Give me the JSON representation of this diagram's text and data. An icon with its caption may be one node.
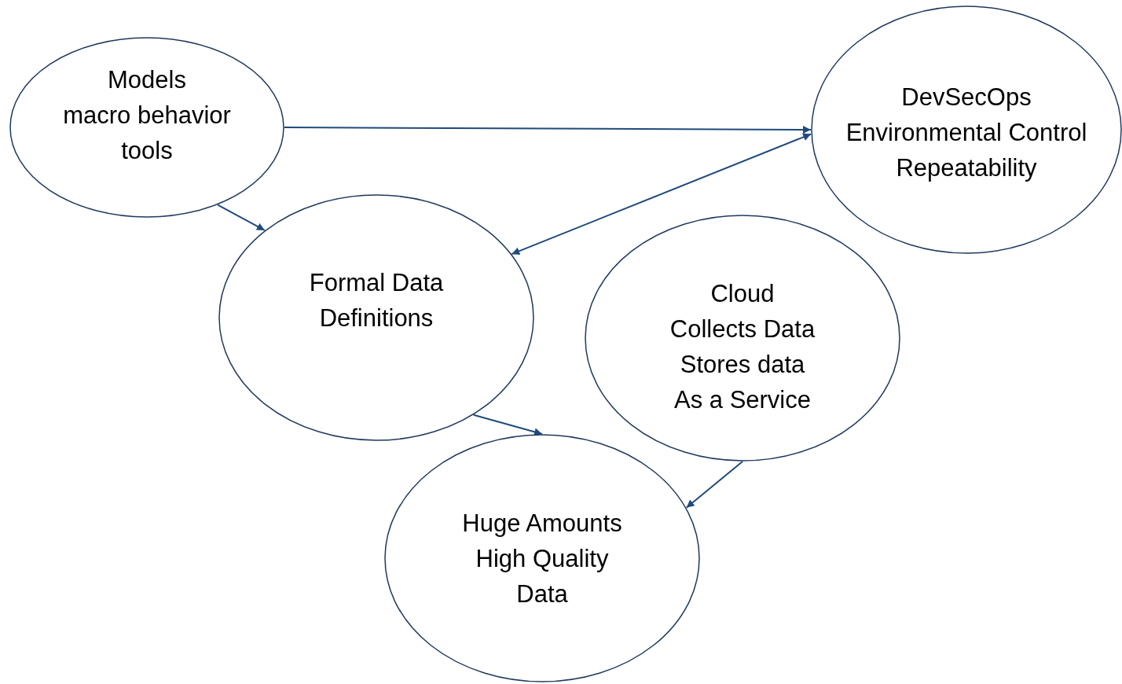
{
  "diagram": {
    "nodes": [
      {
        "text": [
          "Models",
          "macro behavior",
          "tools"
        ]
      },
      {
        "text": [
          "DevSecOps",
          "Environmental Control",
          "Repeatability"
        ]
      },
      {
        "text": [
          "Formal Data Definitions"
        ]
      },
      {
        "text": [
          "Cloud",
          "Collects Data",
          "Stores data",
          "As a Service"
        ]
      },
      {
        "text": [
          "Huge Amounts",
          "High Quality",
          "Data"
        ]
      }
    ],
    "edges": [
      {
        "from": 0,
        "to": 1,
        "arrow": "to"
      },
      {
        "from": 1,
        "to": 2,
        "arrow": "both"
      },
      {
        "from": 0,
        "to": 2,
        "arrow": "to"
      },
      {
        "from": 2,
        "to": 4,
        "arrow": "to"
      },
      {
        "from": 3,
        "to": 4,
        "arrow": "to"
      }
    ]
  }
}
